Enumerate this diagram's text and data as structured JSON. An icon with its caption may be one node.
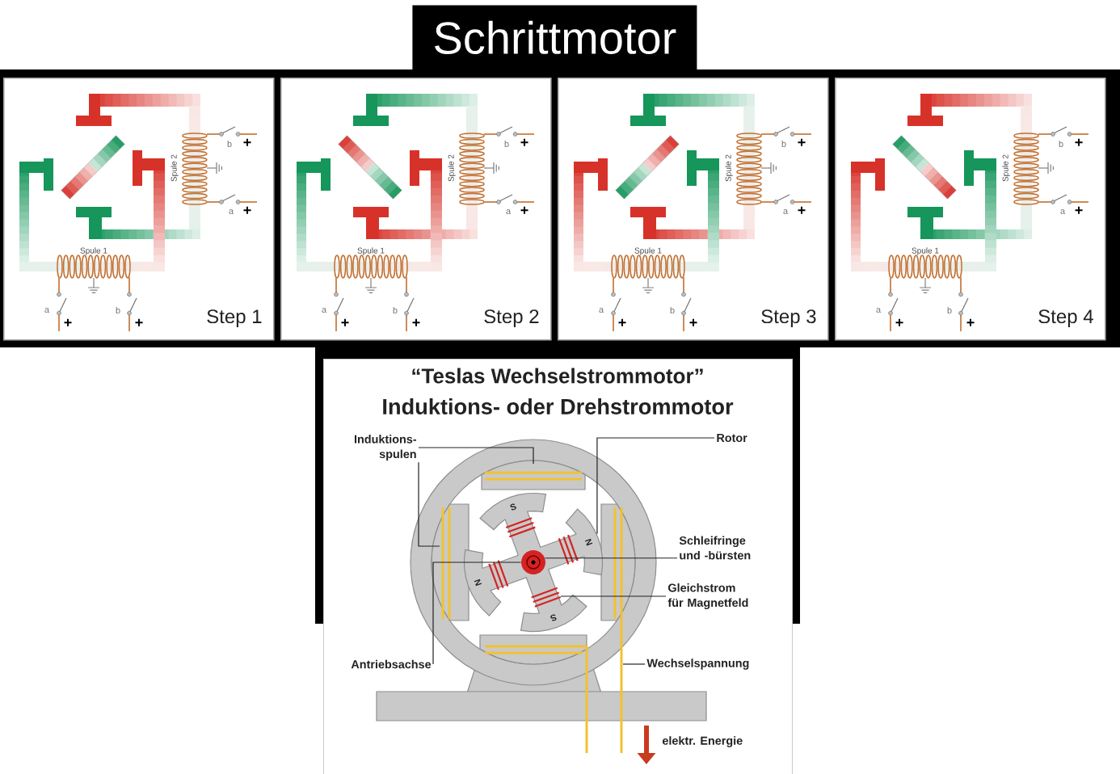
{
  "diagram": {
    "title": "Schrittmotor",
    "nodes": [
      {
        "text": [
          "Step 1"
        ]
      },
      {
        "text": [
          "Step 2"
        ]
      },
      {
        "text": [
          "Step 3"
        ]
      },
      {
        "text": [
          "Step 4"
        ]
      },
      {
        "text": [
          "“Teslas Wechselstrommotor”",
          "Induktions- oder Drehstrommotor"
        ]
      },
      {
        "text": [
          "Induktions- spulen"
        ],
        "in": 4
      },
      {
        "text": [
          "Rotor"
        ],
        "in": 4
      },
      {
        "text": [
          "Schleifringe und -bürsten"
        ],
        "in": 4
      },
      {
        "text": [
          "Gleichstrom für Magnetfeld"
        ],
        "in": 4
      },
      {
        "text": [
          "Antriebsachse"
        ],
        "in": 4
      },
      {
        "text": [
          "Wechselspannung"
        ],
        "in": 4
      },
      {
        "text": [
          "S",
          "N",
          "N",
          "S"
        ],
        "in": 4
      },
      {
        "text": [],
        "shape": "circle",
        "in": 11
      }
    ],
    "edges": [
      {
        "from": 5,
        "to": null,
        "arrow": "none"
      },
      {
        "from": 5,
        "to": null,
        "arrow": "none"
      },
      {
        "from": 6,
        "to": 11,
        "arrow": "none"
      },
      {
        "from": 7,
        "to": 12,
        "arrow": "none"
      },
      {
        "from": 8,
        "to": 11,
        "arrow": "none"
      },
      {
        "from": 9,
        "to": 12,
        "arrow": "none"
      },
      {
        "from": 10,
        "to": null,
        "arrow": "none"
      }
    ],
    "labels": [
      "b",
      "+",
      "Spule 2",
      "a",
      "+",
      "Spule 1",
      "a",
      "+",
      "b",
      "+",
      "b",
      "+",
      "Spule 2",
      "a",
      "+",
      "Spule 1",
      "a",
      "+",
      "b",
      "+",
      "b",
      "+",
      "Spule 2",
      "a",
      "+",
      "Spule 1",
      "a",
      "+",
      "b",
      "+",
      "b",
      "+",
      "Spule 2",
      "a",
      "+",
      "Spule 1",
      "a",
      "+",
      "b",
      "+",
      "elektr. Energie"
    ]
  }
}
